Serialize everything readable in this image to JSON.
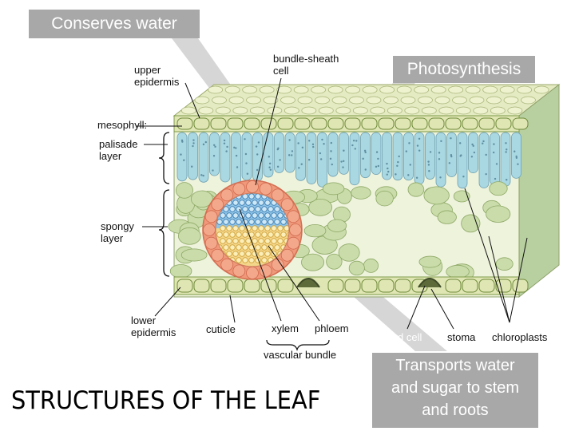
{
  "diagram": {
    "title": "STRUCTURES OF THE LEAF",
    "callouts": {
      "epidermis_function": "Conserves water",
      "mesophyll_function": "Photosynthesis",
      "vascular_function_line1": "Transports water",
      "vascular_function_line2": "and sugar to stem",
      "vascular_function_line3": "and roots"
    },
    "labels": {
      "upper_epidermis_1": "upper",
      "upper_epidermis_2": "epidermis",
      "bundle_sheath_1": "bundle-sheath",
      "bundle_sheath_2": "cell",
      "mesophyll": "mesophyll:",
      "palisade_1": "palisade",
      "palisade_2": "layer",
      "spongy_1": "spongy",
      "spongy_2": "layer",
      "lower_epidermis_1": "lower",
      "lower_epidermis_2": "epidermis",
      "cuticle": "cuticle",
      "xylem": "xylem",
      "phloem": "phloem",
      "vascular_bundle": "vascular bundle",
      "guard_cell": "guard cell",
      "stoma": "stoma",
      "chloroplasts": "chloroplasts"
    },
    "colors": {
      "palisade": "#a9d7e2",
      "spongy": "#c9dcaa",
      "epidermis": "#dfe6b4",
      "bundle_sheath": "#f0987a",
      "xylem": "#8fc3e6",
      "phloem": "#f4d68a",
      "callout_bg": "#a8a8a8"
    }
  }
}
